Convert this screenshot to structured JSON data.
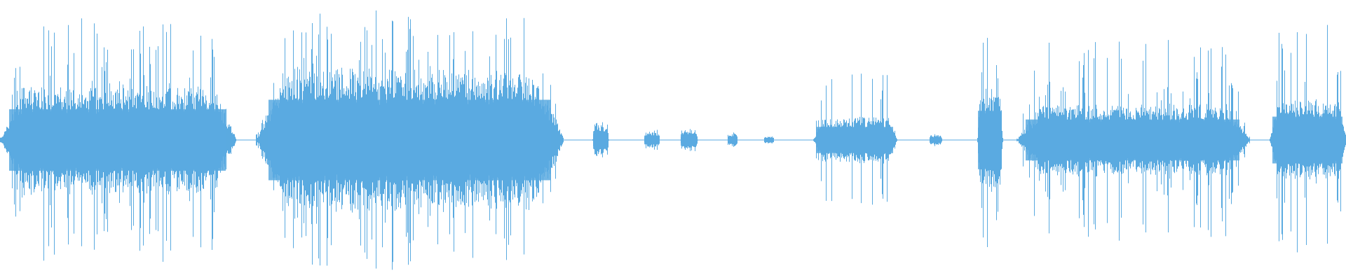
{
  "waveform": {
    "color": "#5aaae0",
    "background": "#ffffff",
    "baseline_color": "#5aaae0",
    "segments": [
      {
        "start": 0.0,
        "end": 0.175,
        "body": 0.42,
        "peak": 0.92
      },
      {
        "start": 0.19,
        "end": 0.418,
        "body": 0.55,
        "peak": 0.98
      },
      {
        "start": 0.44,
        "end": 0.452,
        "body": 0.12,
        "peak": 0.14
      },
      {
        "start": 0.478,
        "end": 0.49,
        "body": 0.06,
        "peak": 0.08
      },
      {
        "start": 0.505,
        "end": 0.518,
        "body": 0.08,
        "peak": 0.09
      },
      {
        "start": 0.54,
        "end": 0.548,
        "body": 0.05,
        "peak": 0.06
      },
      {
        "start": 0.567,
        "end": 0.575,
        "body": 0.03,
        "peak": 0.04
      },
      {
        "start": 0.604,
        "end": 0.666,
        "body": 0.18,
        "peak": 0.52
      },
      {
        "start": 0.69,
        "end": 0.7,
        "body": 0.04,
        "peak": 0.05
      },
      {
        "start": 0.726,
        "end": 0.745,
        "body": 0.4,
        "peak": 0.85
      },
      {
        "start": 0.755,
        "end": 0.928,
        "body": 0.28,
        "peak": 0.8
      },
      {
        "start": 0.943,
        "end": 1.0,
        "body": 0.32,
        "peak": 0.9
      }
    ]
  }
}
